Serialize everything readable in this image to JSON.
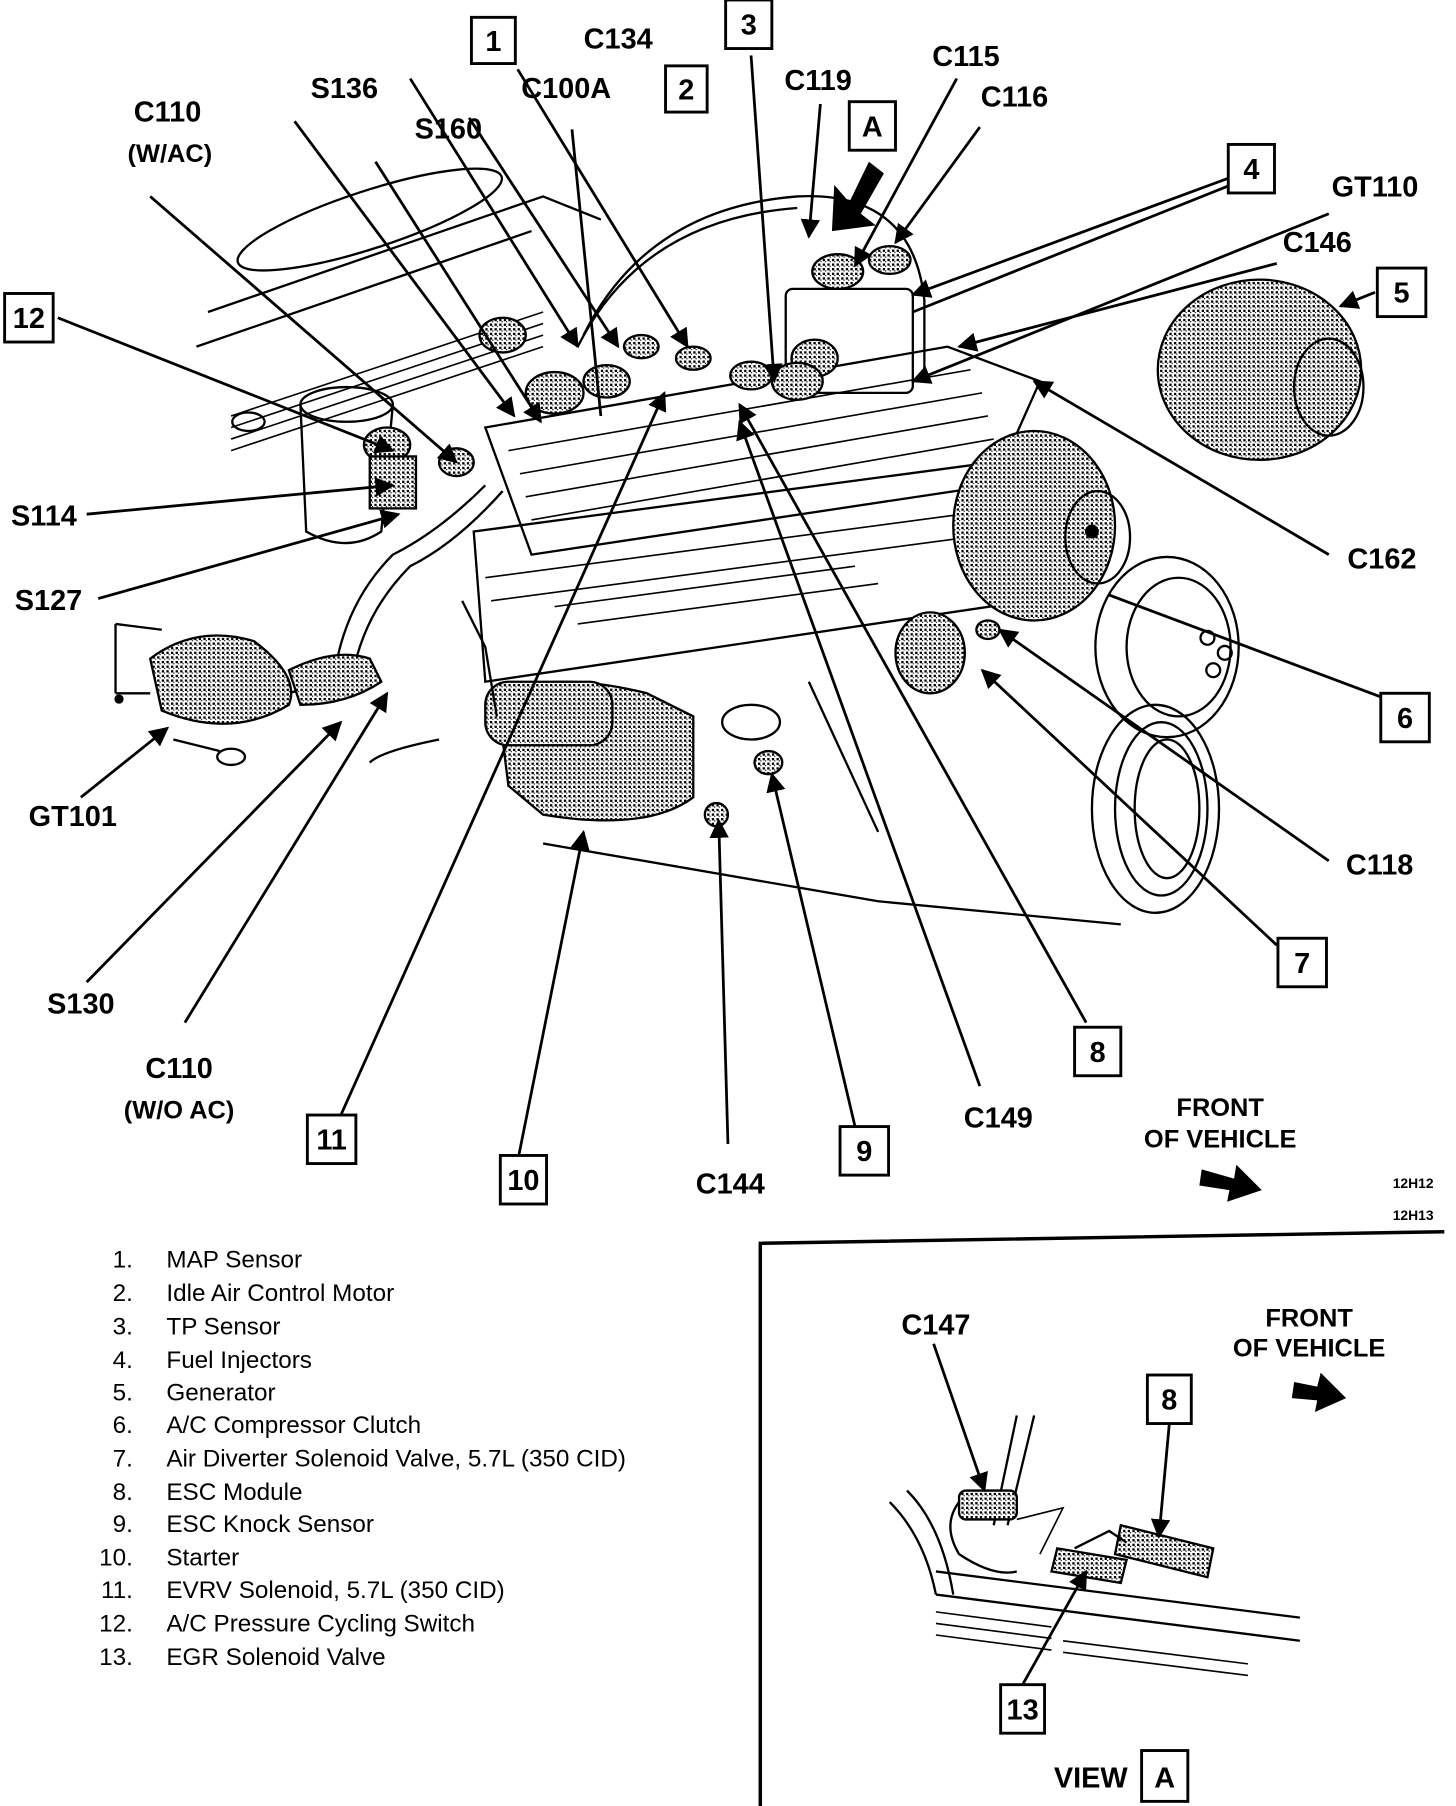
{
  "diagram": {
    "callouts": {
      "c1": "1",
      "c2": "2",
      "c3": "3",
      "c4": "4",
      "c5": "5",
      "c6": "6",
      "c7": "7",
      "c8": "8",
      "c9": "9",
      "c10": "10",
      "c11": "11",
      "c12": "12",
      "view_a_marker": "A"
    },
    "connectors": {
      "c110_wac": "C110",
      "c110_wac_note": "(W/AC)",
      "s136": "S136",
      "s160": "S160",
      "c100a": "C100A",
      "c134": "C134",
      "c119": "C119",
      "c115": "C115",
      "c116": "C116",
      "gt110": "GT110",
      "c146": "C146",
      "c162": "C162",
      "c118": "C118",
      "s114": "S114",
      "s127": "S127",
      "gt101": "GT101",
      "s130": "S130",
      "c110_woac": "C110",
      "c110_woac_note": "(W/O AC)",
      "c144": "C144",
      "c149": "C149"
    },
    "front_of_vehicle": {
      "line1": "FRONT",
      "line2": "OF VEHICLE"
    },
    "figure_codes": [
      "12H12",
      "12H13"
    ]
  },
  "legend": {
    "items": [
      {
        "num": "1.",
        "label": "MAP Sensor"
      },
      {
        "num": "2.",
        "label": "Idle Air Control Motor"
      },
      {
        "num": "3.",
        "label": "TP Sensor"
      },
      {
        "num": "4.",
        "label": "Fuel Injectors"
      },
      {
        "num": "5.",
        "label": "Generator"
      },
      {
        "num": "6.",
        "label": "A/C Compressor Clutch"
      },
      {
        "num": "7.",
        "label": "Air Diverter Solenoid Valve, 5.7L (350 CID)"
      },
      {
        "num": "8.",
        "label": "ESC Module"
      },
      {
        "num": "9.",
        "label": "ESC Knock Sensor"
      },
      {
        "num": "10.",
        "label": "Starter"
      },
      {
        "num": "11.",
        "label": "EVRV Solenoid, 5.7L (350 CID)"
      },
      {
        "num": "12.",
        "label": "A/C Pressure Cycling Switch"
      },
      {
        "num": "13.",
        "label": "EGR Solenoid Valve"
      }
    ]
  },
  "view_a": {
    "connector": "C147",
    "callout_8": "8",
    "callout_13": "13",
    "front_line1": "FRONT",
    "front_line2": "OF VEHICLE",
    "title_word": "VIEW",
    "title_letter": "A"
  }
}
